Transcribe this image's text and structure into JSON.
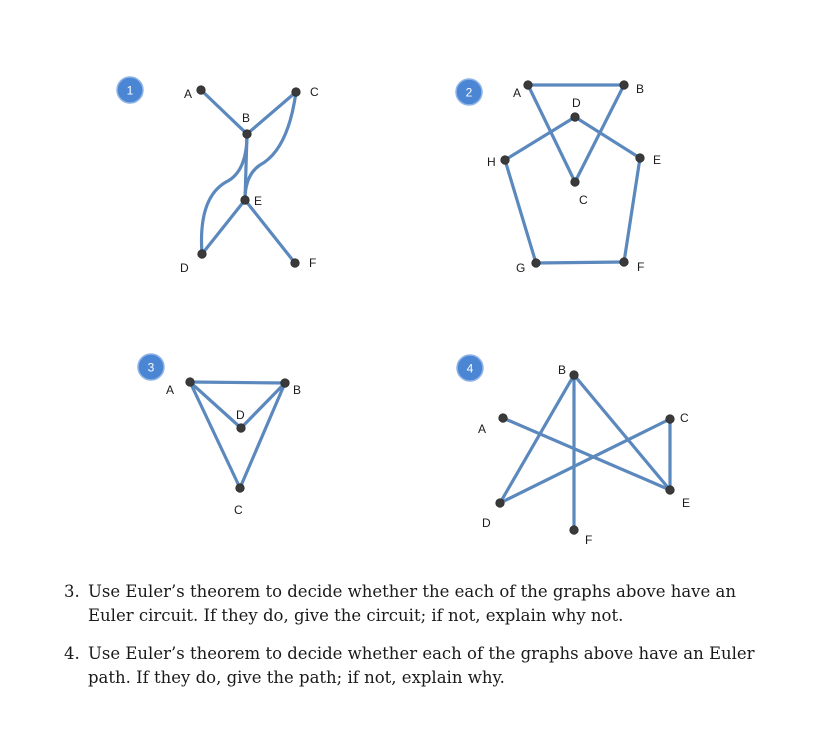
{
  "graphs": [
    {
      "number": "1",
      "vertices": [
        "A",
        "B",
        "C",
        "D",
        "E",
        "F"
      ],
      "edges": [
        [
          "A",
          "B"
        ],
        [
          "B",
          "C"
        ],
        [
          "B",
          "E"
        ],
        [
          "B",
          "D"
        ],
        [
          "C",
          "E"
        ],
        [
          "D",
          "E"
        ],
        [
          "E",
          "F"
        ]
      ]
    },
    {
      "number": "2",
      "vertices": [
        "A",
        "B",
        "C",
        "D",
        "E",
        "F",
        "G",
        "H"
      ],
      "edges": [
        [
          "A",
          "B"
        ],
        [
          "A",
          "C"
        ],
        [
          "B",
          "C"
        ],
        [
          "H",
          "D"
        ],
        [
          "D",
          "E"
        ],
        [
          "H",
          "G"
        ],
        [
          "G",
          "F"
        ],
        [
          "F",
          "E"
        ]
      ]
    },
    {
      "number": "3",
      "vertices": [
        "A",
        "B",
        "C",
        "D"
      ],
      "edges": [
        [
          "A",
          "B"
        ],
        [
          "A",
          "C"
        ],
        [
          "B",
          "C"
        ],
        [
          "A",
          "D"
        ],
        [
          "B",
          "D"
        ]
      ]
    },
    {
      "number": "4",
      "vertices": [
        "A",
        "B",
        "C",
        "D",
        "E",
        "F"
      ],
      "edges": [
        [
          "A",
          "E"
        ],
        [
          "B",
          "D"
        ],
        [
          "B",
          "E"
        ],
        [
          "B",
          "F"
        ],
        [
          "C",
          "D"
        ],
        [
          "C",
          "E"
        ]
      ]
    }
  ],
  "questions": [
    {
      "number": "3.",
      "text": "Use Euler’s theorem to decide whether the each of the graphs above have an Euler circuit. If they do, give the circuit; if not, explain why not."
    },
    {
      "number": "4.",
      "text": "Use Euler’s theorem to decide whether each of the graphs above have an Euler path. If they do, give the path; if not, explain why."
    }
  ]
}
